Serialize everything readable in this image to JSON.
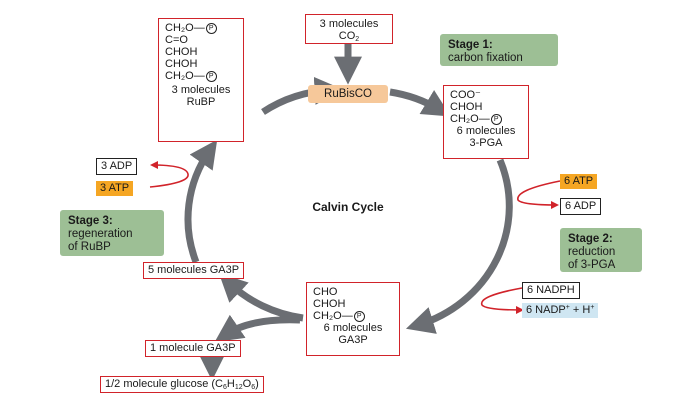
{
  "diagram": {
    "title": "Calvin Cycle",
    "enzyme": "RuBisCO",
    "co2_input": {
      "line1": "3 molecules",
      "line2": "CO",
      "sub": "2"
    },
    "rubp": {
      "formula": [
        "CH₂O—",
        "C=O",
        "CHOH",
        "CHOH",
        "CH₂O—"
      ],
      "phosphate": "P",
      "count": "3 molecules",
      "name": "RuBP"
    },
    "pga": {
      "formula": [
        "COO⁻",
        "CHOH",
        "CH₂O—"
      ],
      "phosphate": "P",
      "count": "6 molecules",
      "name": "3-PGA"
    },
    "ga3p": {
      "formula": [
        "CHO",
        "CHOH",
        "CH₂O—"
      ],
      "phosphate": "P",
      "count": "6 molecules",
      "name": "GA3P"
    },
    "stages": {
      "s1": {
        "title": "Stage 1:",
        "desc": "carbon fixation"
      },
      "s2": {
        "title": "Stage 2:",
        "line1": "reduction",
        "line2": "of 3-PGA"
      },
      "s3": {
        "title": "Stage 3:",
        "line1": "regeneration",
        "line2": "of RuBP"
      }
    },
    "energy": {
      "atp_in_2": "6 ATP",
      "adp_out_2": "6 ADP",
      "nadph_in": "6 NADPH",
      "nadp_out": "6 NADP",
      "nadp_sup": "+",
      "nadp_plus": " + H",
      "h_sup": "+",
      "atp_in_3": "3 ATP",
      "adp_out_3": "3 ADP"
    },
    "outputs": {
      "regen": "5 molecules GA3P",
      "export": "1 molecule GA3P",
      "glucose_pre": "1/2 molecule glucose (C",
      "glucose_c": "6",
      "glucose_h_pre": "H",
      "glucose_h": "12",
      "glucose_o_pre": "O",
      "glucose_o": "6",
      "glucose_post": ")"
    },
    "colors": {
      "arrow": "#6b6e73",
      "box_border": "#d1232a",
      "stage_bg": "#9dbf95",
      "atp": "#f5a623",
      "nadp": "#cfe6f2"
    }
  }
}
